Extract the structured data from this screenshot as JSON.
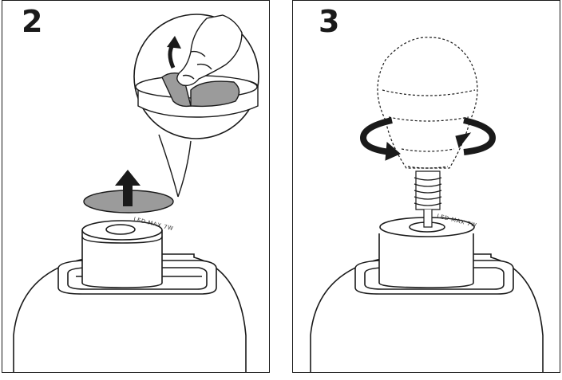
{
  "steps": [
    {
      "number": "2",
      "ring_label": "LED MAX 7W"
    },
    {
      "number": "3",
      "ring_label": "LED MAX 7W"
    }
  ],
  "colors": {
    "line": "#1a1a1a",
    "sticker": "#9b9b9b",
    "background": "#ffffff"
  },
  "icons": [
    "up-arrow-icon",
    "curved-arrow-icon",
    "rotate-arrow-icon",
    "magnifier-callout",
    "hand-icon",
    "bulb-outline",
    "lamp-body"
  ]
}
